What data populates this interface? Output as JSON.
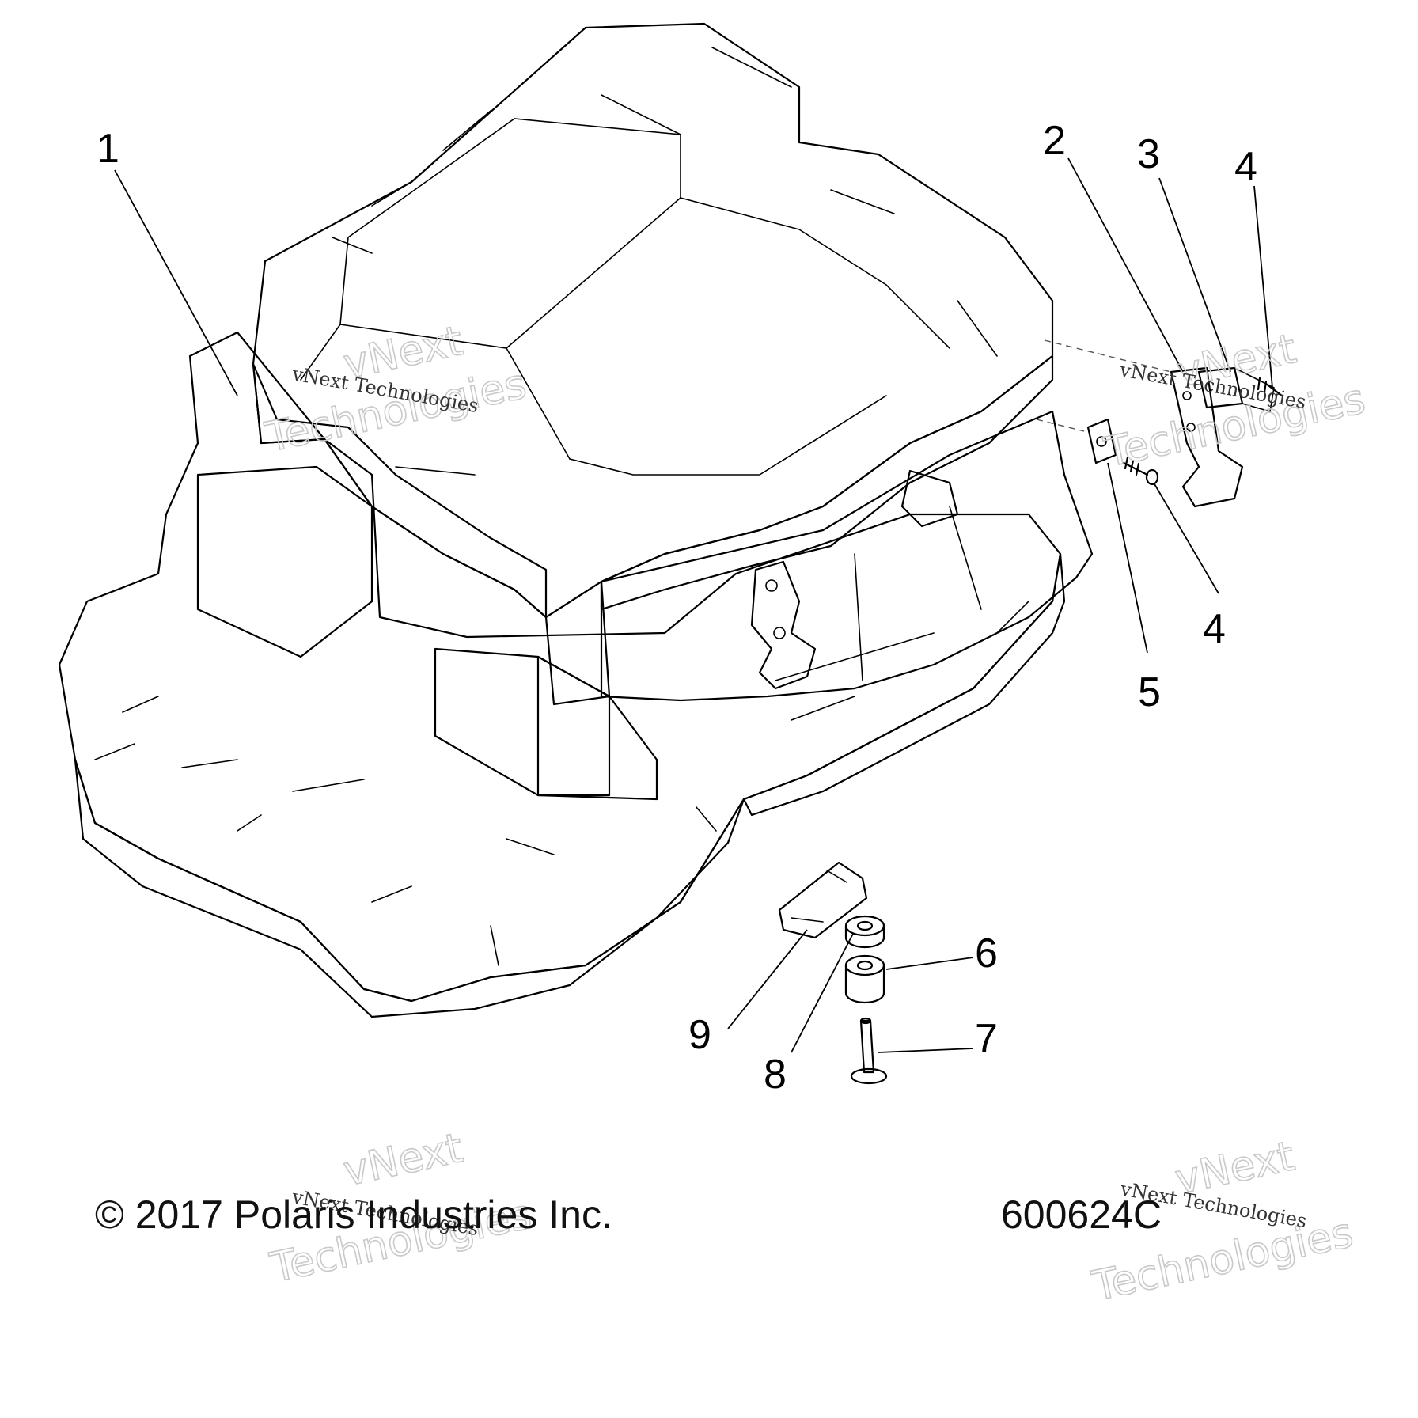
{
  "callouts": [
    {
      "id": "1",
      "label": "1"
    },
    {
      "id": "2",
      "label": "2"
    },
    {
      "id": "3",
      "label": "3"
    },
    {
      "id": "4a",
      "label": "4"
    },
    {
      "id": "4b",
      "label": "4"
    },
    {
      "id": "5",
      "label": "5"
    },
    {
      "id": "6",
      "label": "6"
    },
    {
      "id": "7",
      "label": "7"
    },
    {
      "id": "8",
      "label": "8"
    },
    {
      "id": "9",
      "label": "9"
    }
  ],
  "footer": {
    "copyright": "© 2017 Polaris Industries Inc.",
    "figure_number": "600624C"
  },
  "watermark": {
    "line1": "vNext",
    "line2": "Technologies",
    "caption": "vNext Technologies"
  },
  "colors": {
    "outline": "#000000",
    "surface_light": "#f2f2f2",
    "surface_mid": "#d9d9d9",
    "surface_dark": "#c4c4c4",
    "watermark": "#c9c9c9"
  }
}
